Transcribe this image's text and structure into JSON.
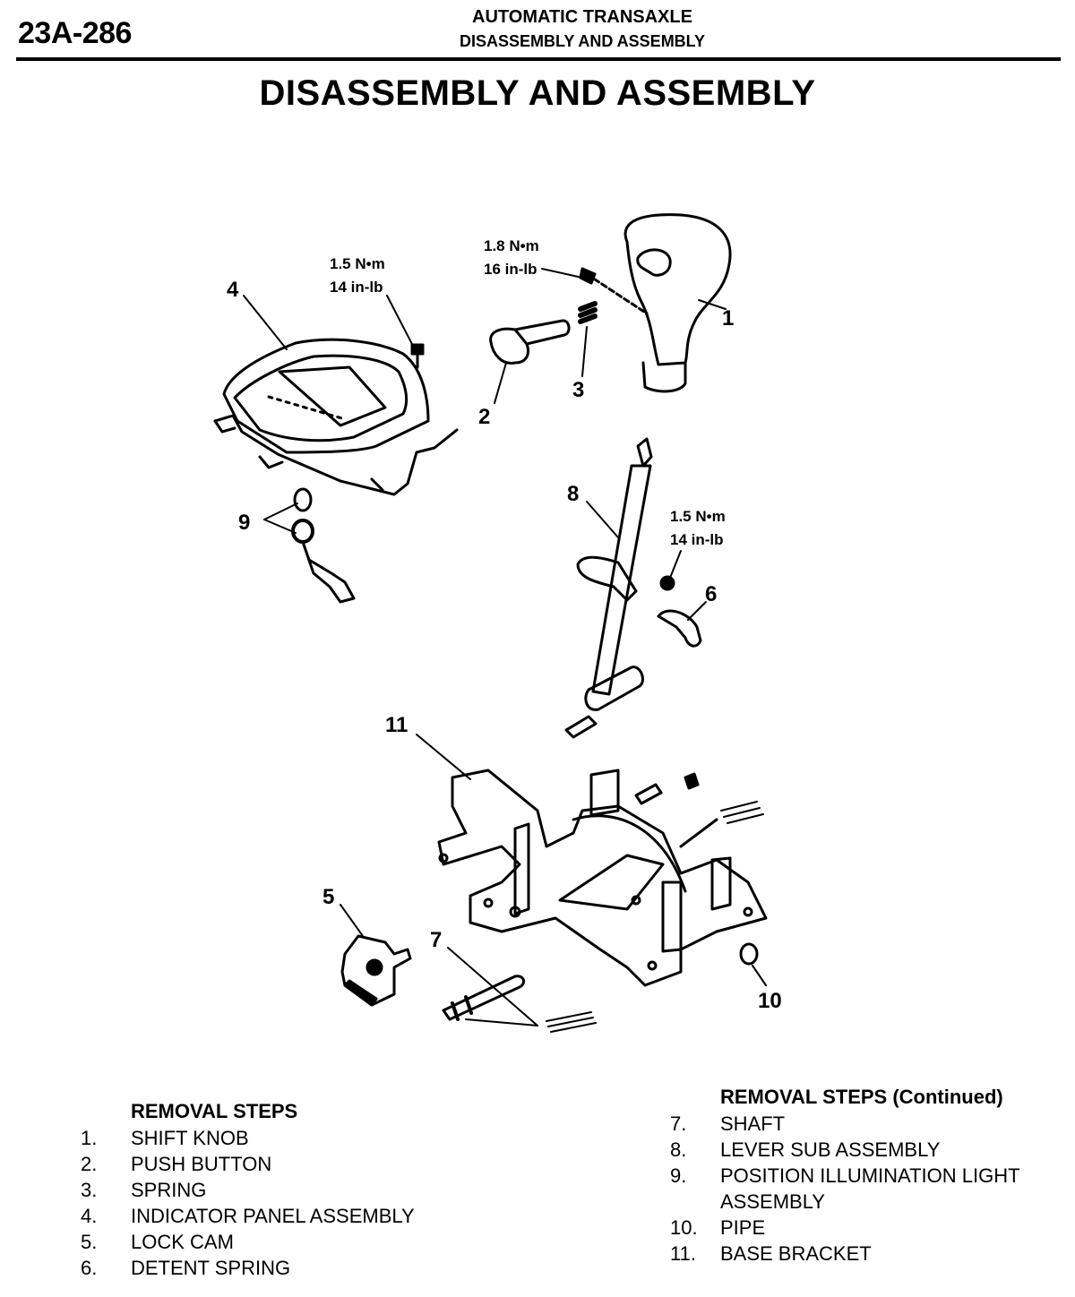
{
  "header": {
    "page_number": "23A-286",
    "section_line1": "AUTOMATIC TRANSAXLE",
    "section_line2": "DISASSEMBLY AND ASSEMBLY"
  },
  "title": "DISASSEMBLY AND ASSEMBLY",
  "diagram": {
    "callouts": [
      "1",
      "2",
      "3",
      "4",
      "5",
      "6",
      "7",
      "8",
      "9",
      "10",
      "11"
    ],
    "torque_knob": {
      "line1": "1.8 N•m",
      "line2": "16 in-lb"
    },
    "torque_panel": {
      "line1": "1.5 N•m",
      "line2": "14 in-lb"
    },
    "torque_lever": {
      "line1": "1.5 N•m",
      "line2": "14 in-lb"
    }
  },
  "removal_steps_left": {
    "heading": "REMOVAL STEPS",
    "items": [
      {
        "num": "1.",
        "text": "SHIFT KNOB"
      },
      {
        "num": "2.",
        "text": "PUSH BUTTON"
      },
      {
        "num": "3.",
        "text": "SPRING"
      },
      {
        "num": "4.",
        "text": "INDICATOR PANEL ASSEMBLY"
      },
      {
        "num": "5.",
        "text": "LOCK CAM"
      },
      {
        "num": "6.",
        "text": "DETENT SPRING"
      }
    ]
  },
  "removal_steps_right": {
    "heading": "REMOVAL STEPS (Continued)",
    "items": [
      {
        "num": "7.",
        "text": "SHAFT"
      },
      {
        "num": "8.",
        "text": "LEVER SUB ASSEMBLY"
      },
      {
        "num": "9.",
        "text": "POSITION ILLUMINATION LIGHT",
        "text2": "ASSEMBLY"
      },
      {
        "num": "10.",
        "text": "PIPE"
      },
      {
        "num": "11.",
        "text": "BASE BRACKET"
      }
    ]
  }
}
